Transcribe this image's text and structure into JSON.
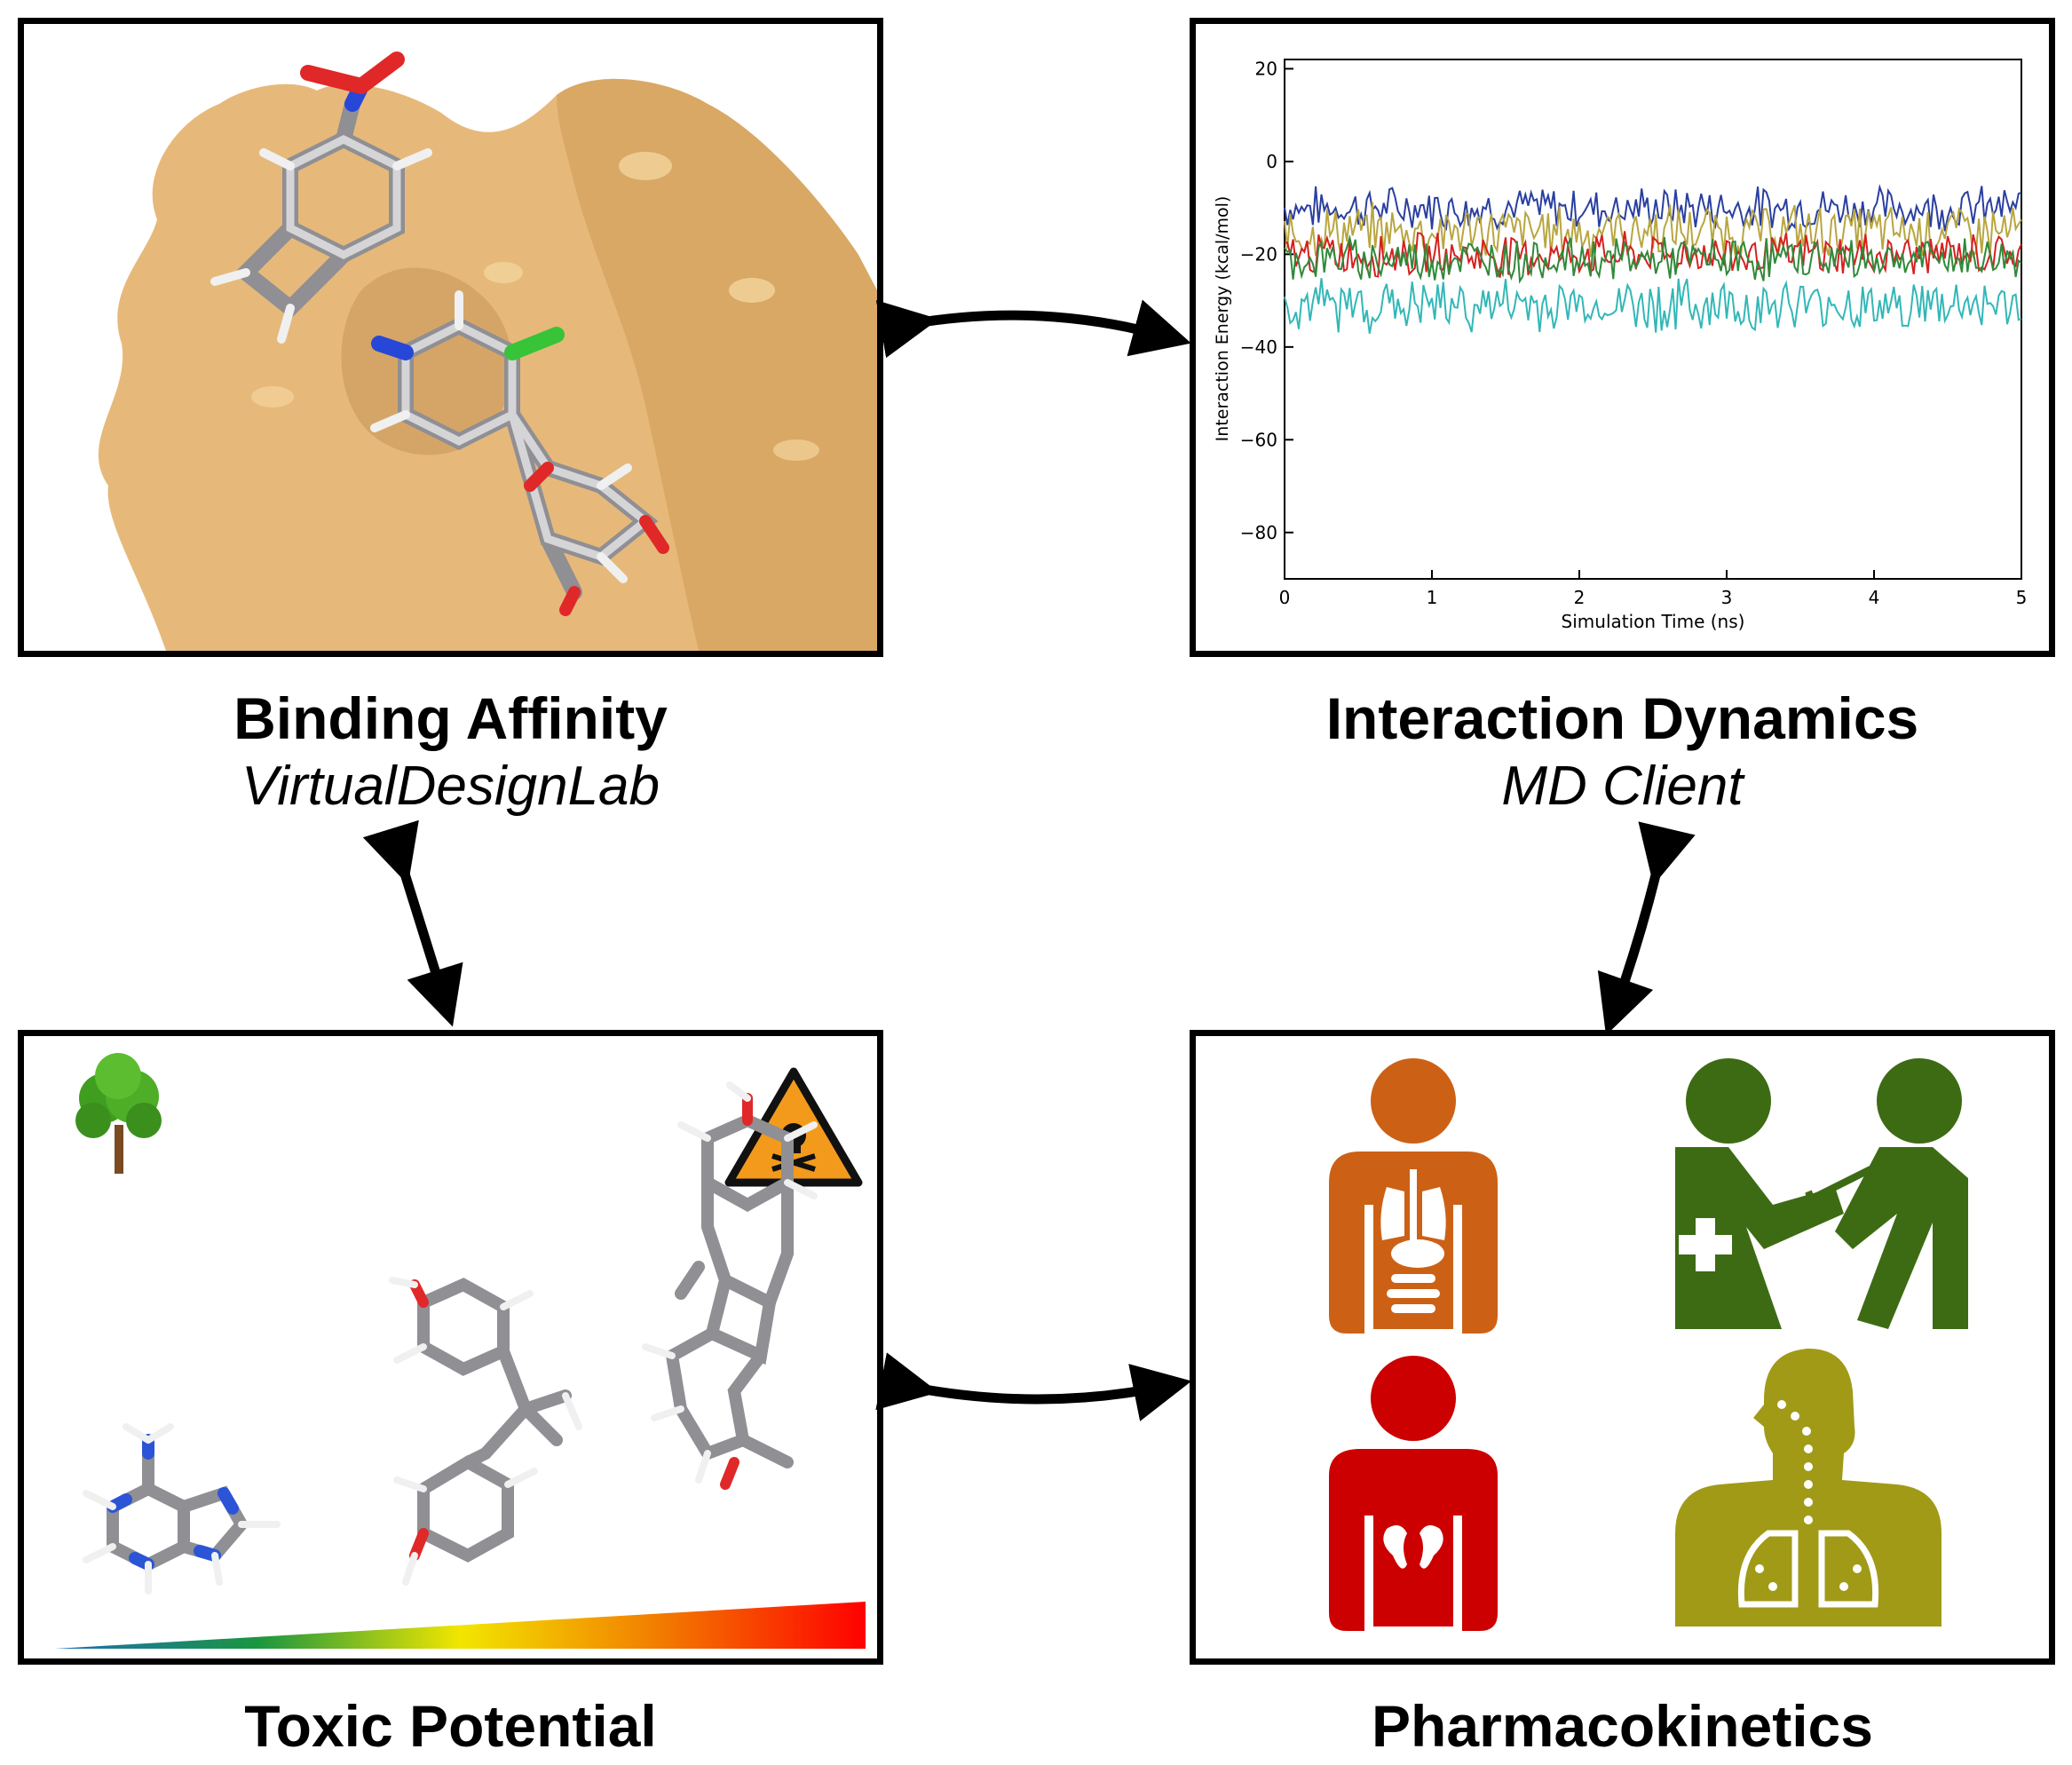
{
  "panels": {
    "binding": {
      "title": "Binding Affinity",
      "subtitle": "VirtualDesignLab"
    },
    "dynamics": {
      "title": "Interaction Dynamics",
      "subtitle": "MD Client"
    },
    "toxic": {
      "title": "Toxic Potential"
    },
    "pk": {
      "title": "Pharmacokinetics"
    }
  },
  "colors": {
    "protein_surface": "#e6b97a",
    "pk_distribution": "#cc6116",
    "pk_administration": "#3d6b13",
    "pk_excretion": "#cc0000",
    "pk_metabolism": "#a19a17",
    "toxic_gradient": [
      "#1b6fb5",
      "#1a9640",
      "#f2e600",
      "#f27a00",
      "#ff0000"
    ]
  },
  "icons": {
    "binding": "protein-ligand-complex",
    "toxic_low": "tree-icon",
    "toxic_high": "hazard-skull-icon",
    "pk": [
      "organs-body-icon",
      "injection-icon",
      "kidney-body-icon",
      "lungs-head-icon"
    ]
  },
  "chart_data": {
    "type": "line",
    "xlabel": "Simulation Time (ns)",
    "ylabel": "Interaction Energy (kcal/mol)",
    "xlim": [
      0,
      5
    ],
    "ylim": [
      -90,
      22
    ],
    "xticks": [
      "0",
      "1",
      "2",
      "3",
      "4",
      "5"
    ],
    "yticks": [
      "20",
      "0",
      "−20",
      "−40",
      "−60",
      "−80"
    ],
    "grid": false,
    "series": [
      {
        "color": "#2a3fa0",
        "mean": -10,
        "amp": 4
      },
      {
        "color": "#b8a640",
        "mean": -15,
        "amp": 5
      },
      {
        "color": "#d62020",
        "mean": -20,
        "amp": 4
      },
      {
        "color": "#2f8a3a",
        "mean": -21,
        "amp": 4
      },
      {
        "color": "#33b7b7",
        "mean": -31,
        "amp": 5
      }
    ]
  }
}
